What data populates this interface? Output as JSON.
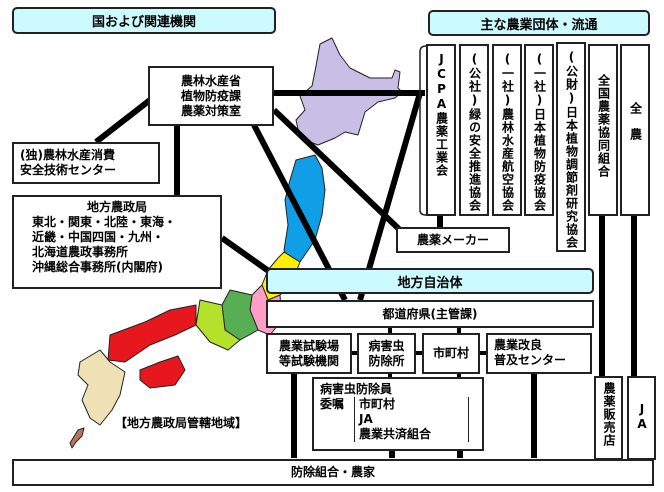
{
  "headers": {
    "national": "国および関連機関",
    "organizations": "主な農業団体・流通",
    "local": "地方自治体"
  },
  "maff": {
    "line1": "農林水産省",
    "line2": "植物防疫課",
    "line3": "農薬対策室"
  },
  "famic": {
    "line1": "(独)農林水産消費",
    "line2": "安全技術センター"
  },
  "regional": {
    "title": "地方農政局",
    "line1": "東北・関東・北陸・東海・",
    "line2": "近畿・中国四国・九州・",
    "line3": "北海道農政事務所",
    "line4": "沖縄総合事務所(内閣府)"
  },
  "orgs": [
    "JCPA農薬工業会",
    "(公社)緑の安全推進協会",
    "(一社)農林水産航空協会",
    "(一社)日本植物防疫協会",
    "(公財)日本植物調節剤研究協会",
    "全国農薬協同組合",
    "全　農"
  ],
  "maker": "農薬メーカー",
  "prefecture": "都道府県(主管課)",
  "row": {
    "station_1": "農業試験場",
    "station_2": "等試験機関",
    "pest_1": "病害虫",
    "pest_2": "防除所",
    "municipality": "市町村",
    "ext_1": "農業改良",
    "ext_2": "普及センター"
  },
  "pest_officer": {
    "title": "病害虫防除員",
    "commission": "委嘱",
    "items": [
      "市町村",
      "JA",
      "農業共済組合"
    ]
  },
  "dealer": "農薬販売店",
  "ja": "JA",
  "farmers": "防除組合・農家",
  "map_label": "【地方農政局管轄地域】",
  "colors": {
    "header_bg": "#ccfbff",
    "hokkaido": "#c9bfe6",
    "tohoku": "#109fe6",
    "kanto": "#ffef00",
    "hokuriku_tokai": "#ff9fc8",
    "kinki": "#58ae52",
    "chugoku_shikoku": "#e6181e",
    "kyushu": "#efe0b5",
    "okinawa": "#b5775f",
    "tokai_green": "#b5e12a"
  }
}
